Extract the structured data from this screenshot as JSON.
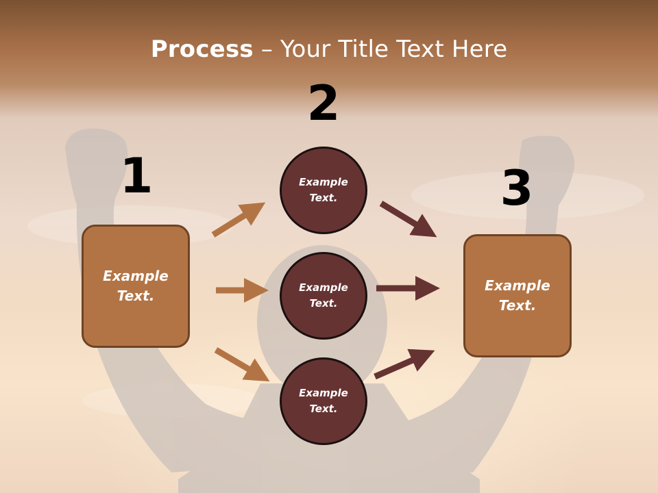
{
  "title": {
    "bold": "Process",
    "rest": " – Your Title Text Here"
  },
  "steps": {
    "one": "1",
    "two": "2",
    "three": "3"
  },
  "left_box": {
    "line1": "Example",
    "line2": "Text."
  },
  "right_box": {
    "line1": "Example",
    "line2": "Text."
  },
  "circles": [
    {
      "line1": "Example",
      "line2": "Text."
    },
    {
      "line1": "Example",
      "line2": "Text."
    },
    {
      "line1": "Example",
      "line2": "Text."
    }
  ],
  "colors": {
    "box_fill": "#b37445",
    "box_border": "#6e4424",
    "circle_fill": "#663333",
    "arrow_left": "#b37445",
    "arrow_right": "#663333"
  }
}
